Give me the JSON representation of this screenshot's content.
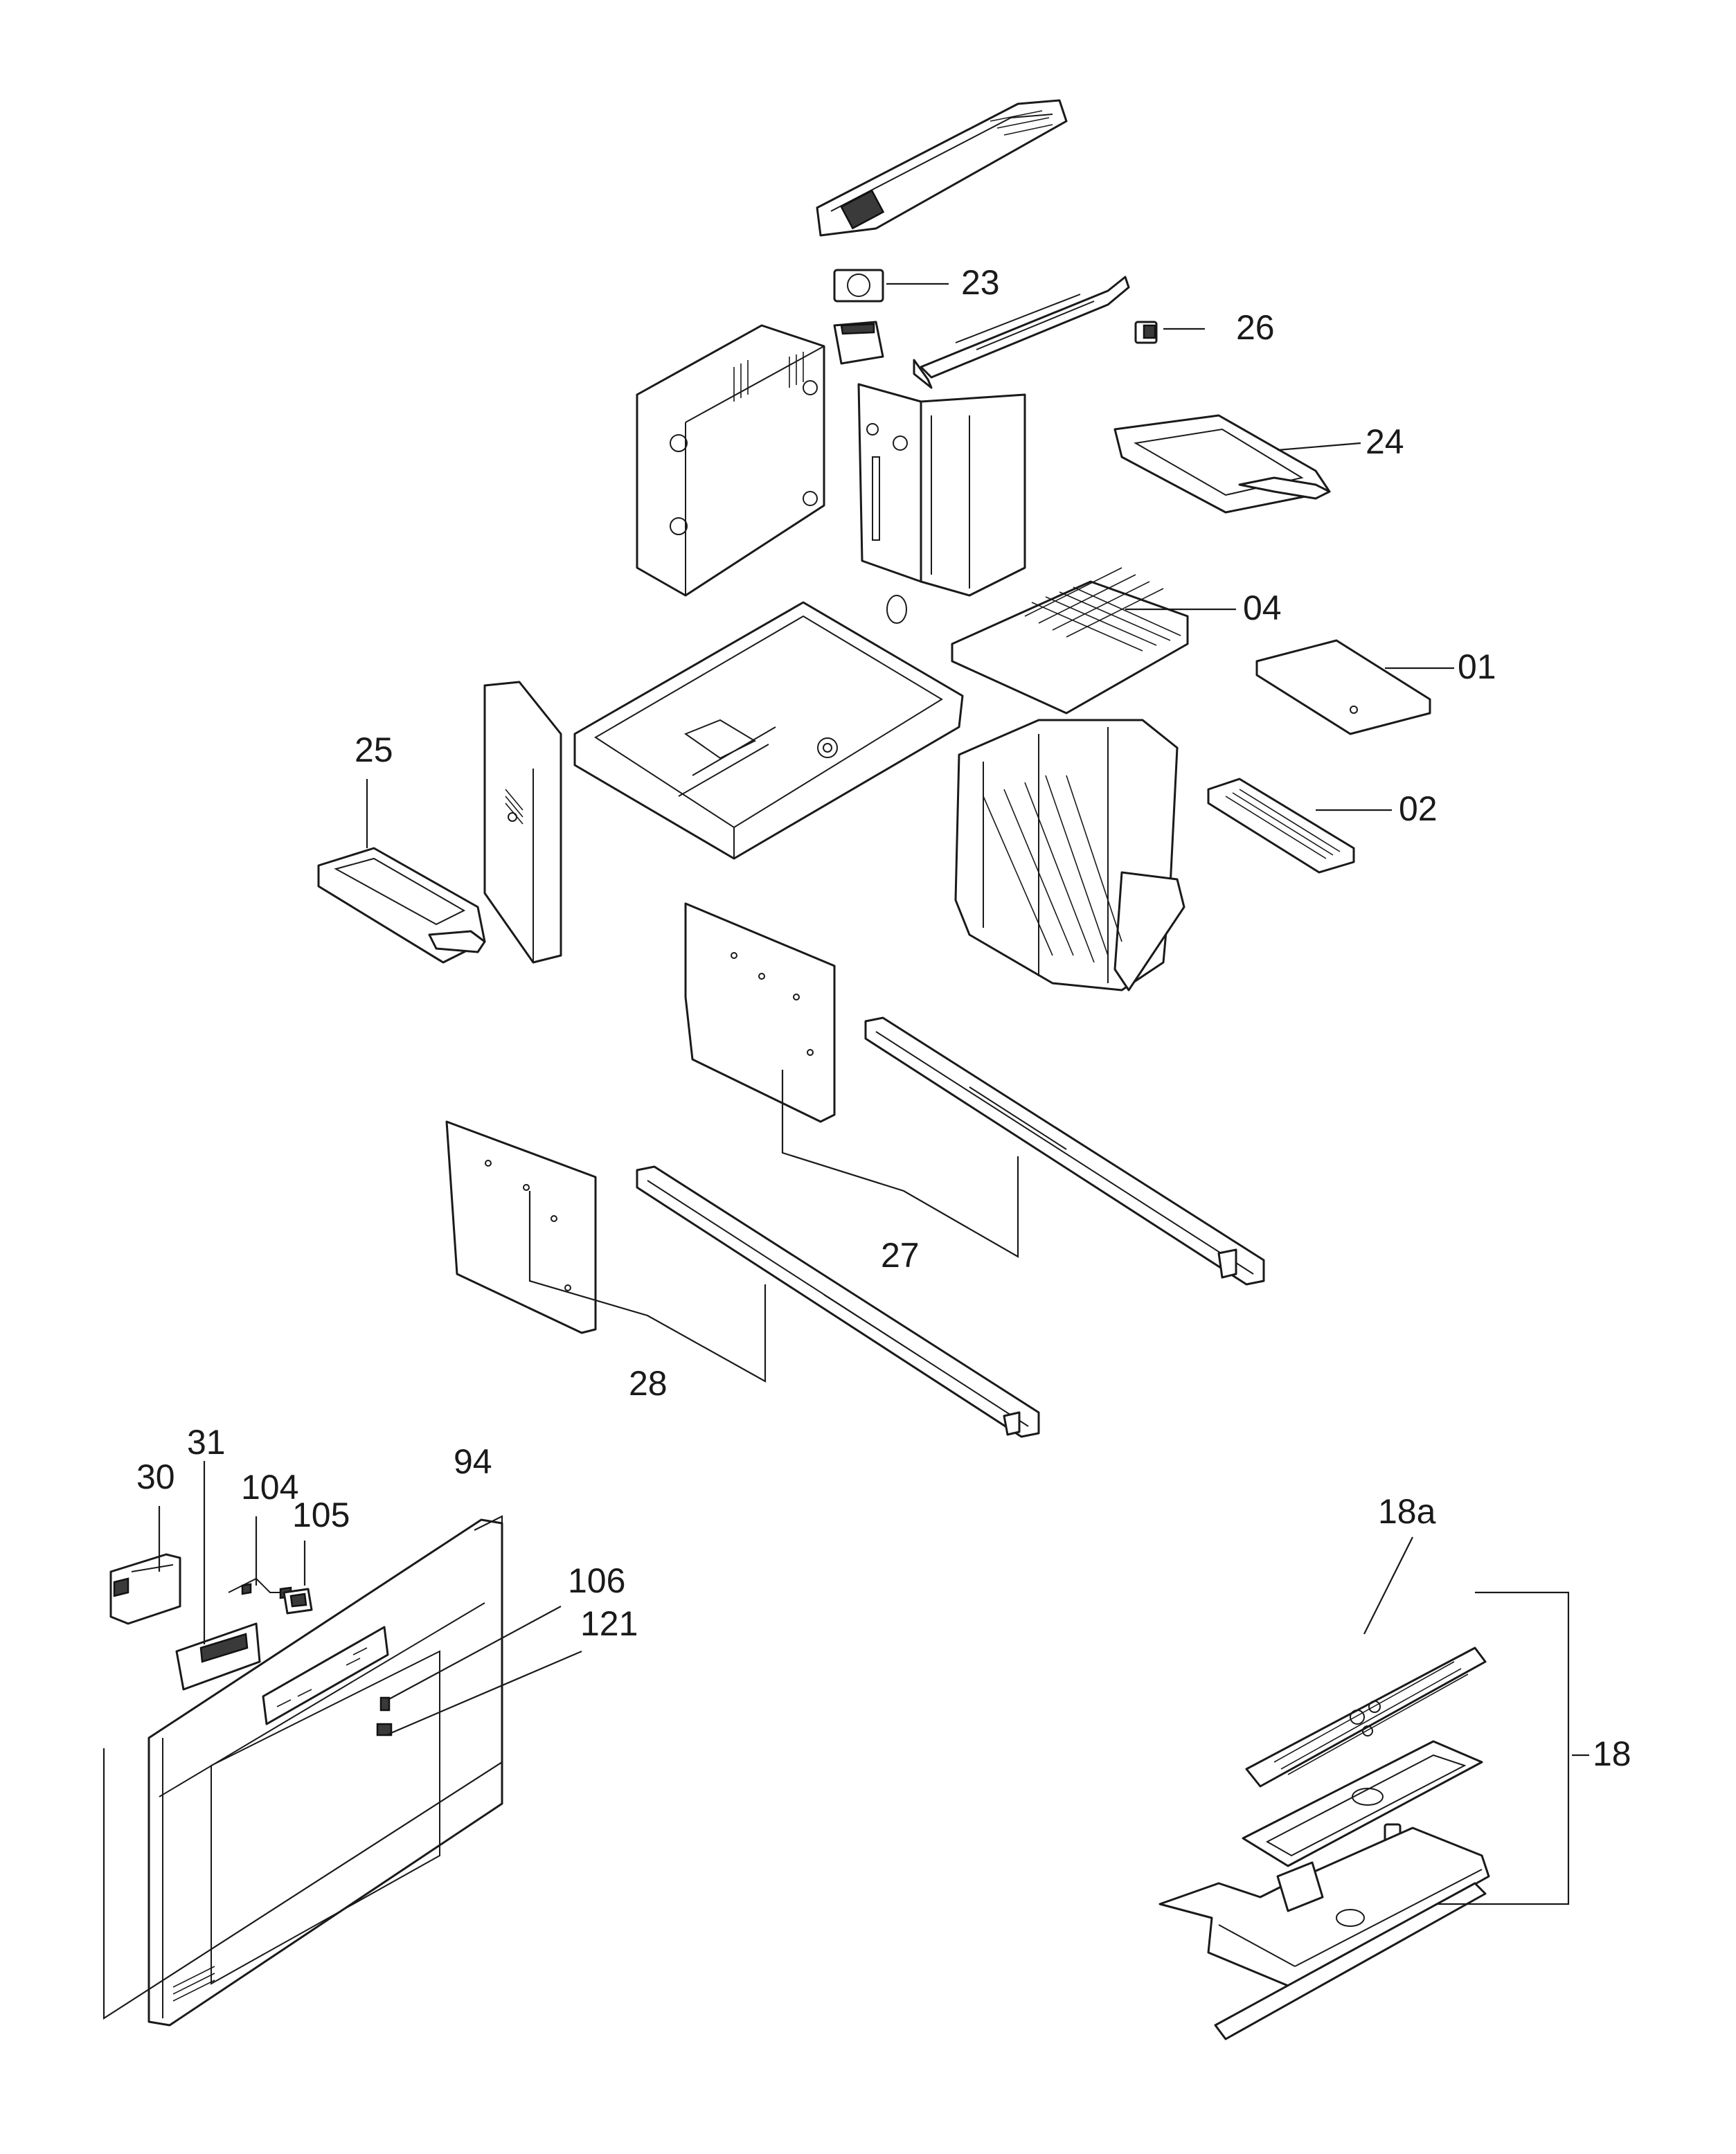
{
  "callouts": [
    {
      "id": "01",
      "label": "01"
    },
    {
      "id": "02",
      "label": "02"
    },
    {
      "id": "04",
      "label": "04"
    },
    {
      "id": "18",
      "label": "18"
    },
    {
      "id": "18a",
      "label": "18a"
    },
    {
      "id": "23",
      "label": "23"
    },
    {
      "id": "24",
      "label": "24"
    },
    {
      "id": "25",
      "label": "25"
    },
    {
      "id": "26",
      "label": "26"
    },
    {
      "id": "27",
      "label": "27"
    },
    {
      "id": "28",
      "label": "28"
    },
    {
      "id": "30",
      "label": "30"
    },
    {
      "id": "31",
      "label": "31"
    },
    {
      "id": "94",
      "label": "94"
    },
    {
      "id": "104",
      "label": "104"
    },
    {
      "id": "105",
      "label": "105"
    },
    {
      "id": "106",
      "label": "106"
    },
    {
      "id": "121",
      "label": "121"
    }
  ]
}
